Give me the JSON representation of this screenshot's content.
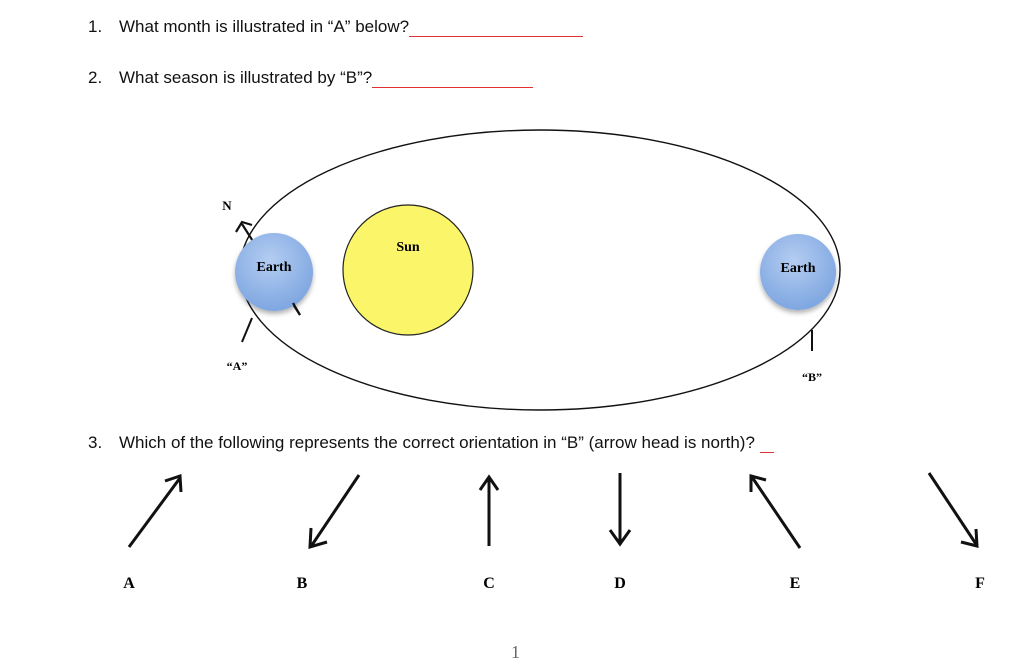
{
  "questions": [
    {
      "number": "1.",
      "text": "What month is illustrated in “A” below?"
    },
    {
      "number": "2.",
      "text": "What season is illustrated by “B”?"
    },
    {
      "number": "3.",
      "text": "Which of the following represents the correct orientation in “B” (arrow head is north)?"
    }
  ],
  "diagram": {
    "sun_label": "Sun",
    "earth_left_label": "Earth",
    "earth_right_label": "Earth",
    "north_label": "N",
    "position_a_label": "“A”",
    "position_b_label": "“B”",
    "colors": {
      "sun_fill": "#fbf56a",
      "earth_fill": "#8fb3e6",
      "blank_line": "#e03030"
    }
  },
  "options": [
    {
      "letter": "A",
      "direction": "up-right"
    },
    {
      "letter": "B",
      "direction": "down-left"
    },
    {
      "letter": "C",
      "direction": "up"
    },
    {
      "letter": "D",
      "direction": "down"
    },
    {
      "letter": "E",
      "direction": "up-left"
    },
    {
      "letter": "F",
      "direction": "down-right"
    }
  ],
  "page_number": "1"
}
